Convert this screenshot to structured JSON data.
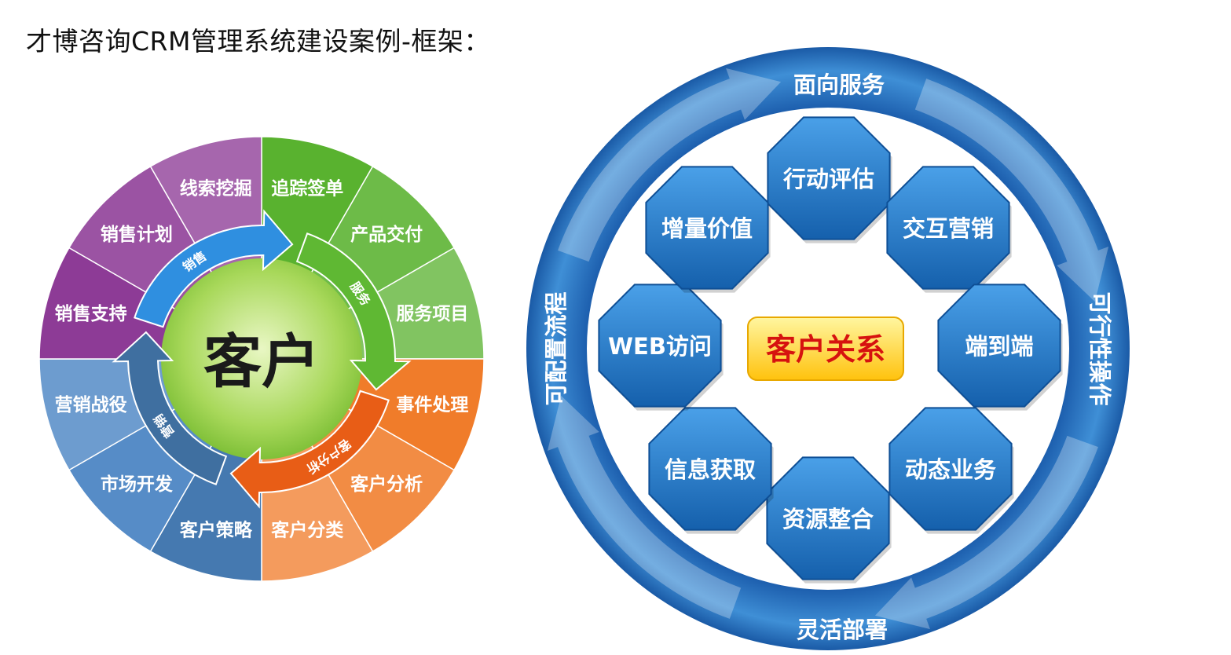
{
  "title": "才博咨询CRM管理系统建设案例-框架：",
  "colors": {
    "purple": "#8d3b96",
    "green": "#59b22f",
    "orange": "#f07c2a",
    "blue": "#4d86c4",
    "blue_arrow": "#2f8fe0",
    "green_arrow": "#5fb833",
    "orange_arrow": "#e85d16",
    "steel_arrow": "#3f6fa0",
    "ring_blue": "#2a72c0",
    "octagon_blue": "#1c6fbf",
    "core_yellow": "#ffd21f",
    "core_red": "#d6120f"
  },
  "left_wheel": {
    "center_label": "客户",
    "segments": [
      "追踪签单",
      "产品交付",
      "服务项目",
      "事件处理",
      "客户分析",
      "客户分类",
      "客户策略",
      "市场开发",
      "营销战役",
      "销售支持",
      "销售计划",
      "线索挖掘"
    ],
    "arrows": [
      "销售",
      "服务",
      "客户分析",
      "营销"
    ]
  },
  "right_wheel": {
    "center_label": "客户关系",
    "ring_labels": [
      "面向服务",
      "可行性操作",
      "灵活部署",
      "可配置流程"
    ],
    "octagons": [
      "行动评估",
      "交互营销",
      "端到端",
      "动态业务",
      "资源整合",
      "信息获取",
      "WEB访问",
      "增量价值"
    ]
  }
}
